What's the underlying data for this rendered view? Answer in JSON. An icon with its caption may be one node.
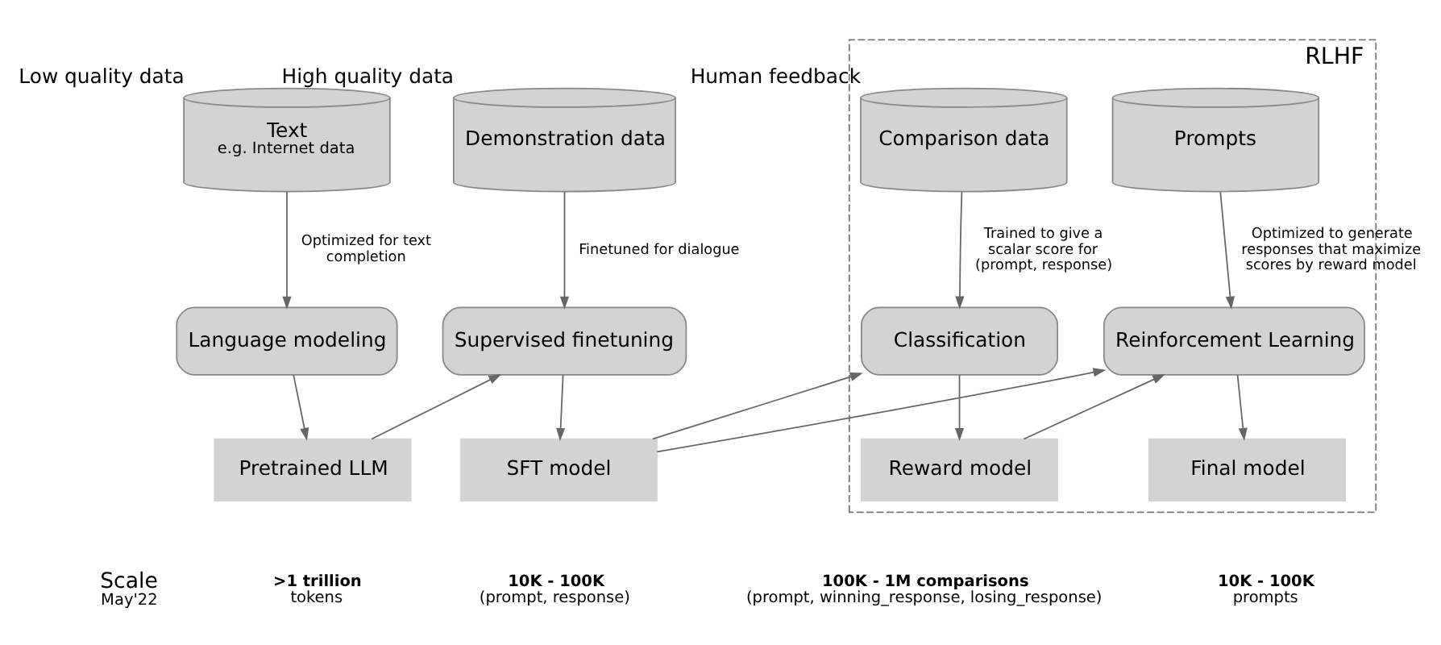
{
  "diagram": {
    "nodes": [
      {
        "text": [
          "Text",
          "e.g. Internet data"
        ],
        "beside": [
          "Low quality data"
        ]
      },
      {
        "text": [
          "Demonstration data"
        ],
        "beside": [
          "High quality data"
        ]
      },
      {
        "text": [
          "RLHF"
        ]
      },
      {
        "text": [
          "Comparison data"
        ],
        "beside": [
          "Human feedback"
        ],
        "in": 2
      },
      {
        "text": [
          "Prompts"
        ],
        "in": 2
      },
      {
        "text": [
          "Language modeling"
        ]
      },
      {
        "text": [
          "Supervised finetuning"
        ]
      },
      {
        "text": [
          "Classification"
        ],
        "in": 2
      },
      {
        "text": [
          "Reinforcement Learning"
        ],
        "in": 2
      },
      {
        "text": [
          "Pretrained LLM"
        ]
      },
      {
        "text": [
          "SFT model"
        ]
      },
      {
        "text": [
          "Reward model"
        ],
        "in": 2
      },
      {
        "text": [
          "Final model"
        ],
        "in": 2
      }
    ],
    "edges": [
      {
        "from": 0,
        "to": 5,
        "arrow": "to",
        "label": "Optimized for text completion"
      },
      {
        "from": 1,
        "to": 6,
        "arrow": "to",
        "label": "Finetuned for dialogue"
      },
      {
        "from": 3,
        "to": 7,
        "arrow": "to",
        "label": "Trained to give a scalar score for (prompt, response)"
      },
      {
        "from": 4,
        "to": 8,
        "arrow": "to",
        "label": "Optimized to generate responses that maximize scores by reward model"
      },
      {
        "from": 5,
        "to": 9,
        "arrow": "to"
      },
      {
        "from": 6,
        "to": 10,
        "arrow": "to"
      },
      {
        "from": 7,
        "to": 11,
        "arrow": "to"
      },
      {
        "from": 8,
        "to": 12,
        "arrow": "to"
      },
      {
        "from": 9,
        "to": 6,
        "arrow": "to"
      },
      {
        "from": 10,
        "to": 7,
        "arrow": "to"
      },
      {
        "from": 11,
        "to": 8,
        "arrow": "to"
      },
      {
        "from": 10,
        "to": 8,
        "arrow": "to"
      }
    ],
    "labels": [
      "Scale",
      "May'22",
      ">1 trillion",
      "tokens",
      "10K - 100K",
      "(prompt, response)",
      "100K - 1M comparisons",
      "(prompt, winning_response, losing_response)",
      "10K - 100K",
      "prompts"
    ]
  }
}
